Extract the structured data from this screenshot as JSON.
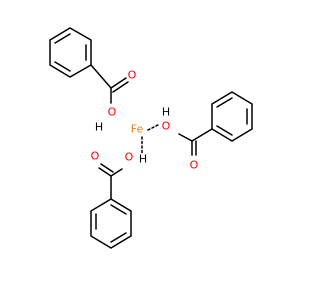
{
  "atoms": {
    "fe": "Fe",
    "h_left": "H",
    "h_right": "H",
    "h_bottom": "H",
    "o_single": "O",
    "o_double": "O"
  },
  "colors": {
    "oxygen": "#ff0000",
    "iron": "#e67e22",
    "bond": "#000000",
    "hydrogen": "#000000"
  }
}
